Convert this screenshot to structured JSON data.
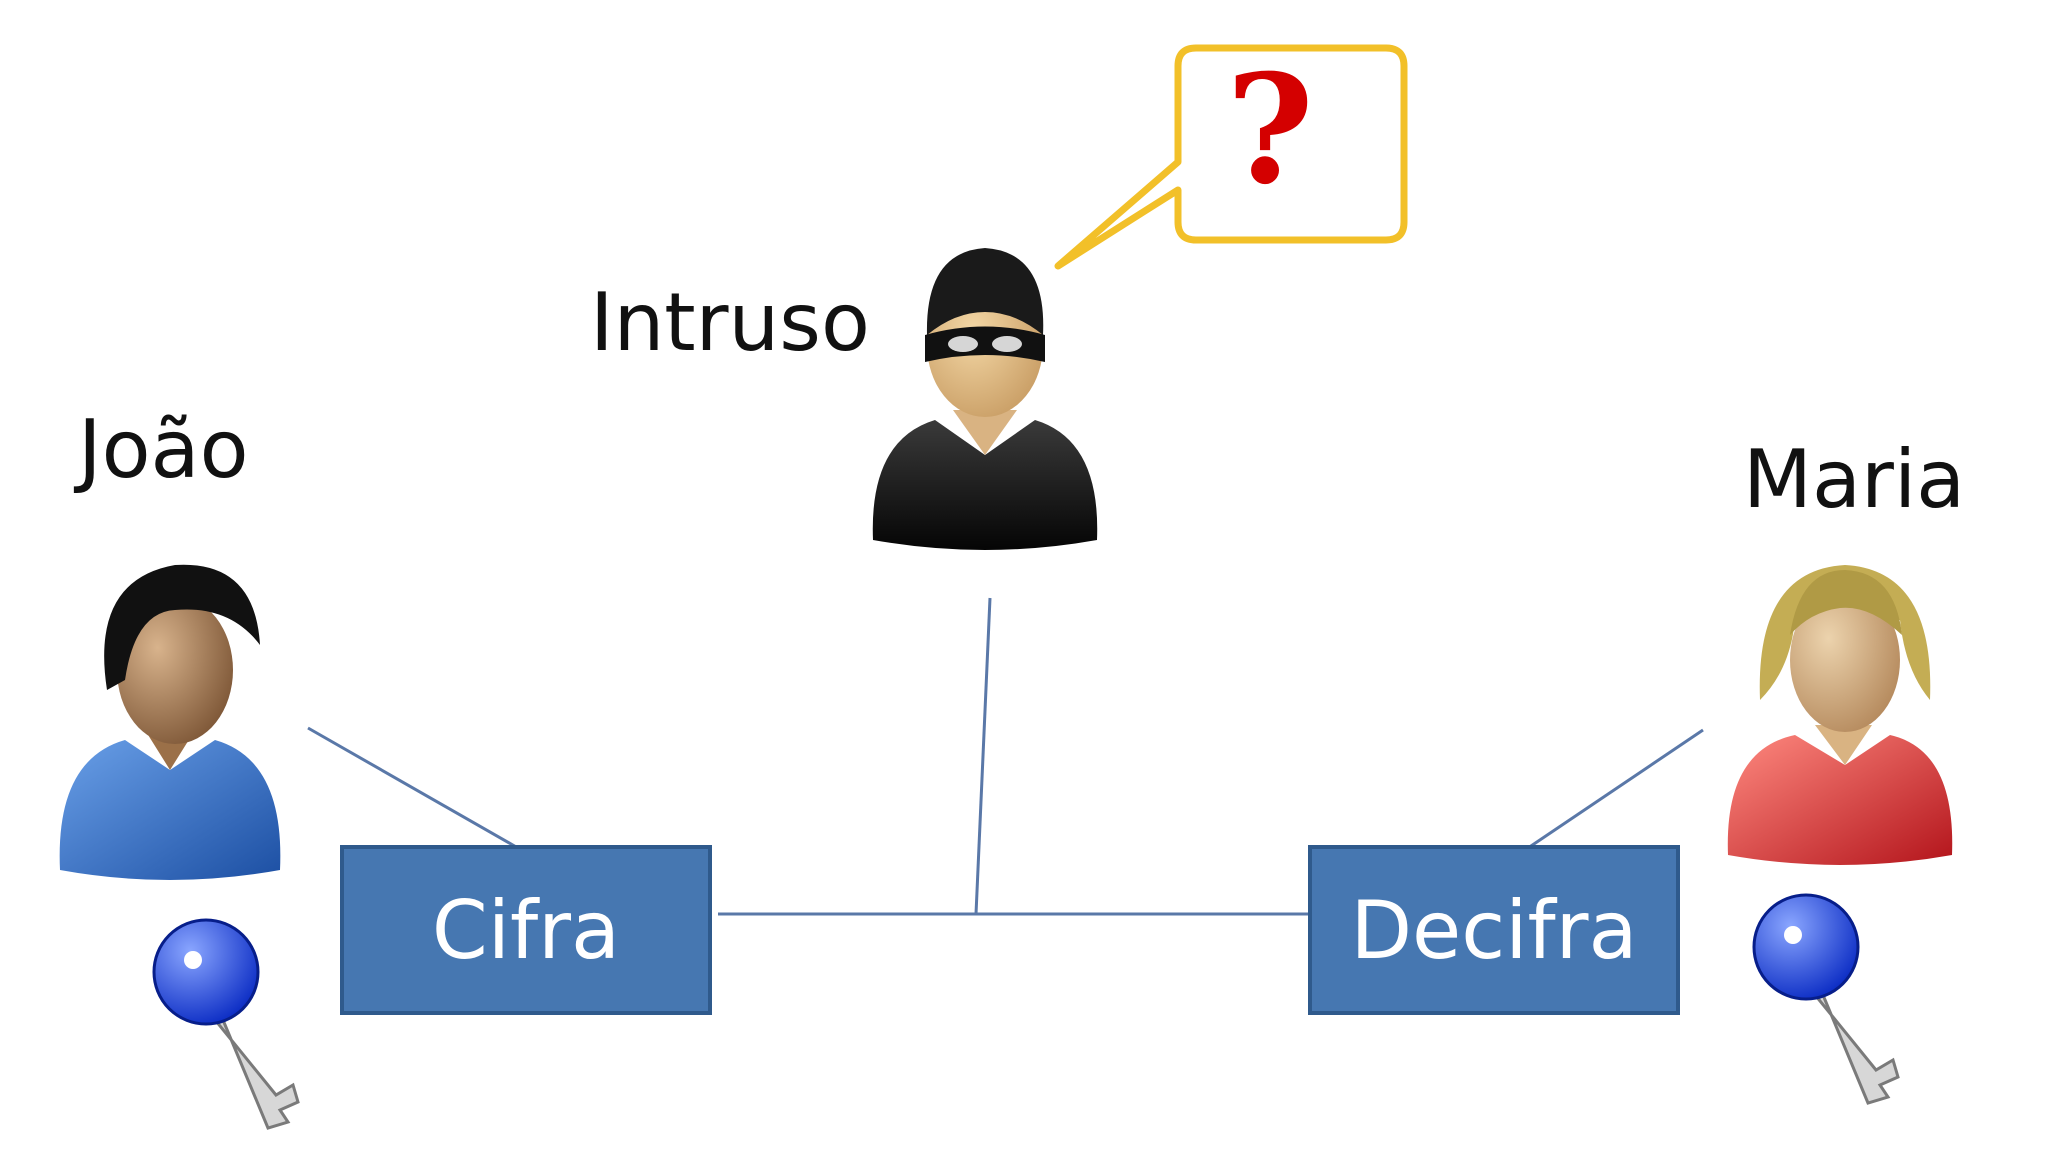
{
  "actors": {
    "sender": {
      "name": "João"
    },
    "receiver": {
      "name": "Maria"
    },
    "intruder": {
      "name": "Intruso",
      "speech": "?"
    }
  },
  "processes": {
    "encrypt": "Cifra",
    "decrypt": "Decifra"
  },
  "icons": {
    "sender_avatar": "man-blue-shirt-icon",
    "receiver_avatar": "woman-red-shirt-icon",
    "intruder_avatar": "masked-thief-icon",
    "keys": "blue-key-icon",
    "speech": "speech-bubble-icon"
  },
  "colors": {
    "process_box": "#4677b1",
    "process_box_border": "#2f5a8c",
    "connector": "#5a78a8",
    "bubble_border": "#f2c029",
    "question_mark": "#d40000",
    "key": "#1a3fd6"
  }
}
